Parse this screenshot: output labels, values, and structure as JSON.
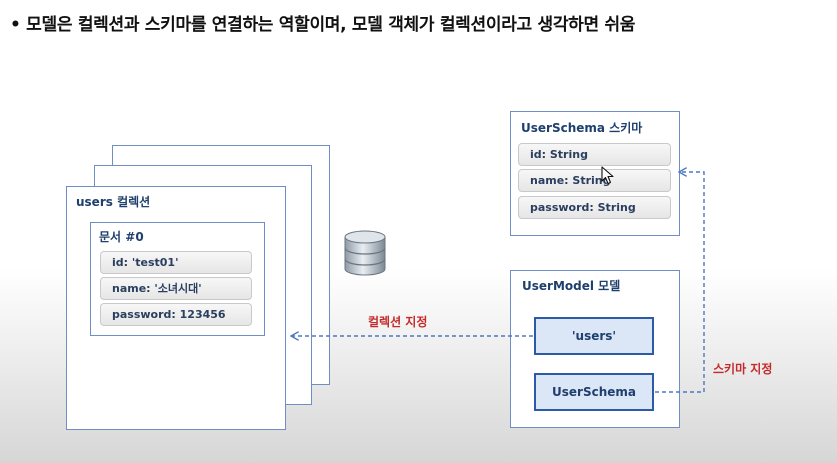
{
  "title": "• 모델은 컬렉션과 스키마를 연결하는 역할이며, 모델 객체가 컬렉션이라고 생각하면 쉬움",
  "collection": {
    "label": "users 컬렉션",
    "document": {
      "label": "문서 #0",
      "fields": [
        "id: 'test01'",
        "name: '소녀시대'",
        "password: 123456"
      ]
    }
  },
  "schema": {
    "label": "UserSchema 스키마",
    "fields": [
      "id: String",
      "name: String",
      "password: String"
    ]
  },
  "model": {
    "label": "UserModel 모델",
    "items": [
      "'users'",
      "UserSchema"
    ]
  },
  "annotations": {
    "collection_link": "컬렉션 지정",
    "schema_link": "스키마 지정"
  },
  "icons": {
    "database": "database-icon",
    "cursor": "mouse-cursor-icon"
  },
  "colors": {
    "box_border": "#6f8fc4",
    "model_item_border": "#2d5aa8",
    "model_item_fill": "#dbe6f7",
    "arrow": "#4a78c0",
    "annotation": "#c42a2a"
  }
}
